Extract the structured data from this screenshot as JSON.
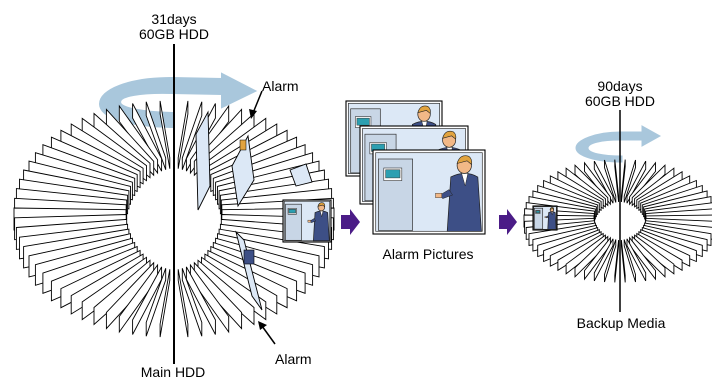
{
  "main_ring": {
    "top_label_line1": "31days",
    "top_label_line2": "60GB HDD",
    "bottom_label": "Main HDD",
    "alarm_top": "Alarm",
    "alarm_bottom": "Alarm"
  },
  "alarm_pictures": {
    "label": "Alarm Pictures",
    "frame_count": 3
  },
  "backup_ring": {
    "top_label_line1": "90days",
    "top_label_line2": "60GB HDD",
    "bottom_label": "Backup Media"
  },
  "colors": {
    "rotation_arrow": "#a9c7dc",
    "flow_arrow": "#4b1c87",
    "photo_sky": "#dce8f6",
    "person_suit": "#3d4f86",
    "skin": "#f2b887",
    "hair": "#e1a33f"
  }
}
